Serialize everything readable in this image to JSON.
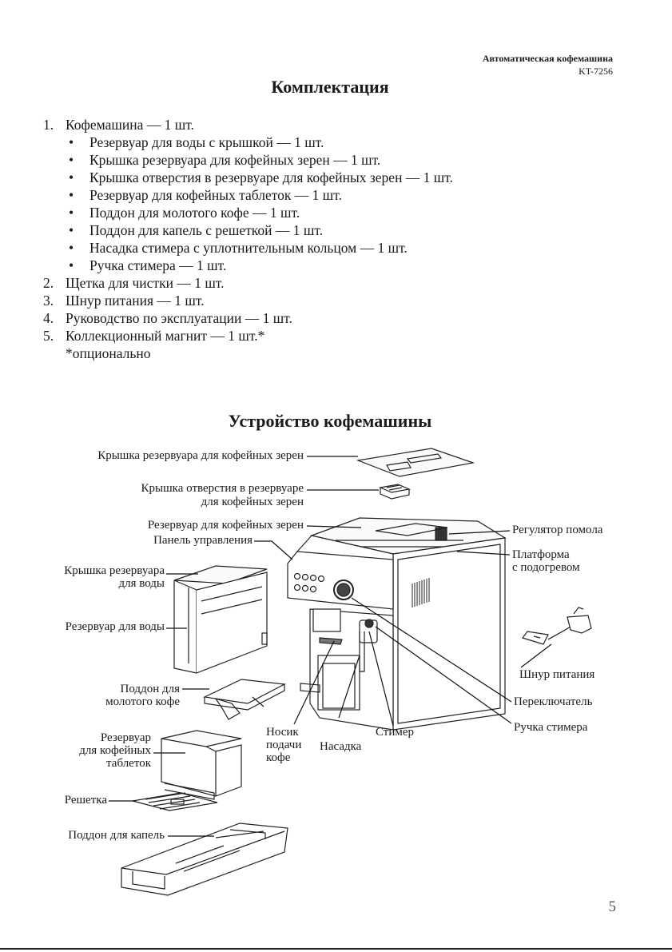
{
  "header": {
    "product": "Автоматическая кофемашина",
    "model": "KT-7256"
  },
  "kit": {
    "title": "Комплектация",
    "items": [
      {
        "num": "1.",
        "text": "Кофемашина — 1 шт."
      },
      {
        "num": "2.",
        "text": "Щетка для чистки — 1 шт."
      },
      {
        "num": "3.",
        "text": "Шнур питания — 1 шт."
      },
      {
        "num": "4.",
        "text": "Руководство по эксплуатации — 1 шт."
      },
      {
        "num": "5.",
        "text": "Коллекционный магнит — 1 шт.*"
      }
    ],
    "subitems": [
      "Резервуар для воды с крышкой — 1 шт.",
      "Крышка резервуара для кофейных зерен — 1 шт.",
      "Крышка отверстия в резервуаре для кофейных зерен — 1 шт.",
      "Резервуар для кофейных таблеток — 1 шт.",
      "Поддон для молотого кофе — 1 шт.",
      "Поддон для капель с решеткой — 1 шт.",
      "Насадка стимера с уплотнительным кольцом — 1 шт.",
      "Ручка стимера — 1 шт."
    ],
    "bullet": "•",
    "note": "*опционально"
  },
  "device": {
    "title": "Устройство кофемашины",
    "labels": {
      "bean_lid": "Крышка резервуара для кофейных зерен",
      "hole_lid_1": "Крышка отверстия в резервуаре",
      "hole_lid_2": "для кофейных зерен",
      "bean_tank": "Резервуар для кофейных зерен",
      "control_panel": "Панель управления",
      "water_lid_1": "Крышка резервуара",
      "water_lid_2": "для воды",
      "water_tank": "Резервуар для воды",
      "ground_tray_1": "Поддон для",
      "ground_tray_2": "молотого кофе",
      "tablet_tank_1": "Резервуар",
      "tablet_tank_2": "для кофейных",
      "tablet_tank_3": "таблеток",
      "grid": "Решетка",
      "drip_tray": "Поддон для капель",
      "spout_1": "Носик",
      "spout_2": "подачи",
      "spout_3": "кофе",
      "nozzle": "Насадка",
      "steamer": "Стимер",
      "grind_regulator": "Регулятор помола",
      "platform_1": "Платформа",
      "platform_2": "с подогревом",
      "power_cord": "Шнур питания",
      "switch": "Переключатель",
      "steamer_handle": "Ручка стимера"
    }
  },
  "page_number": "5"
}
